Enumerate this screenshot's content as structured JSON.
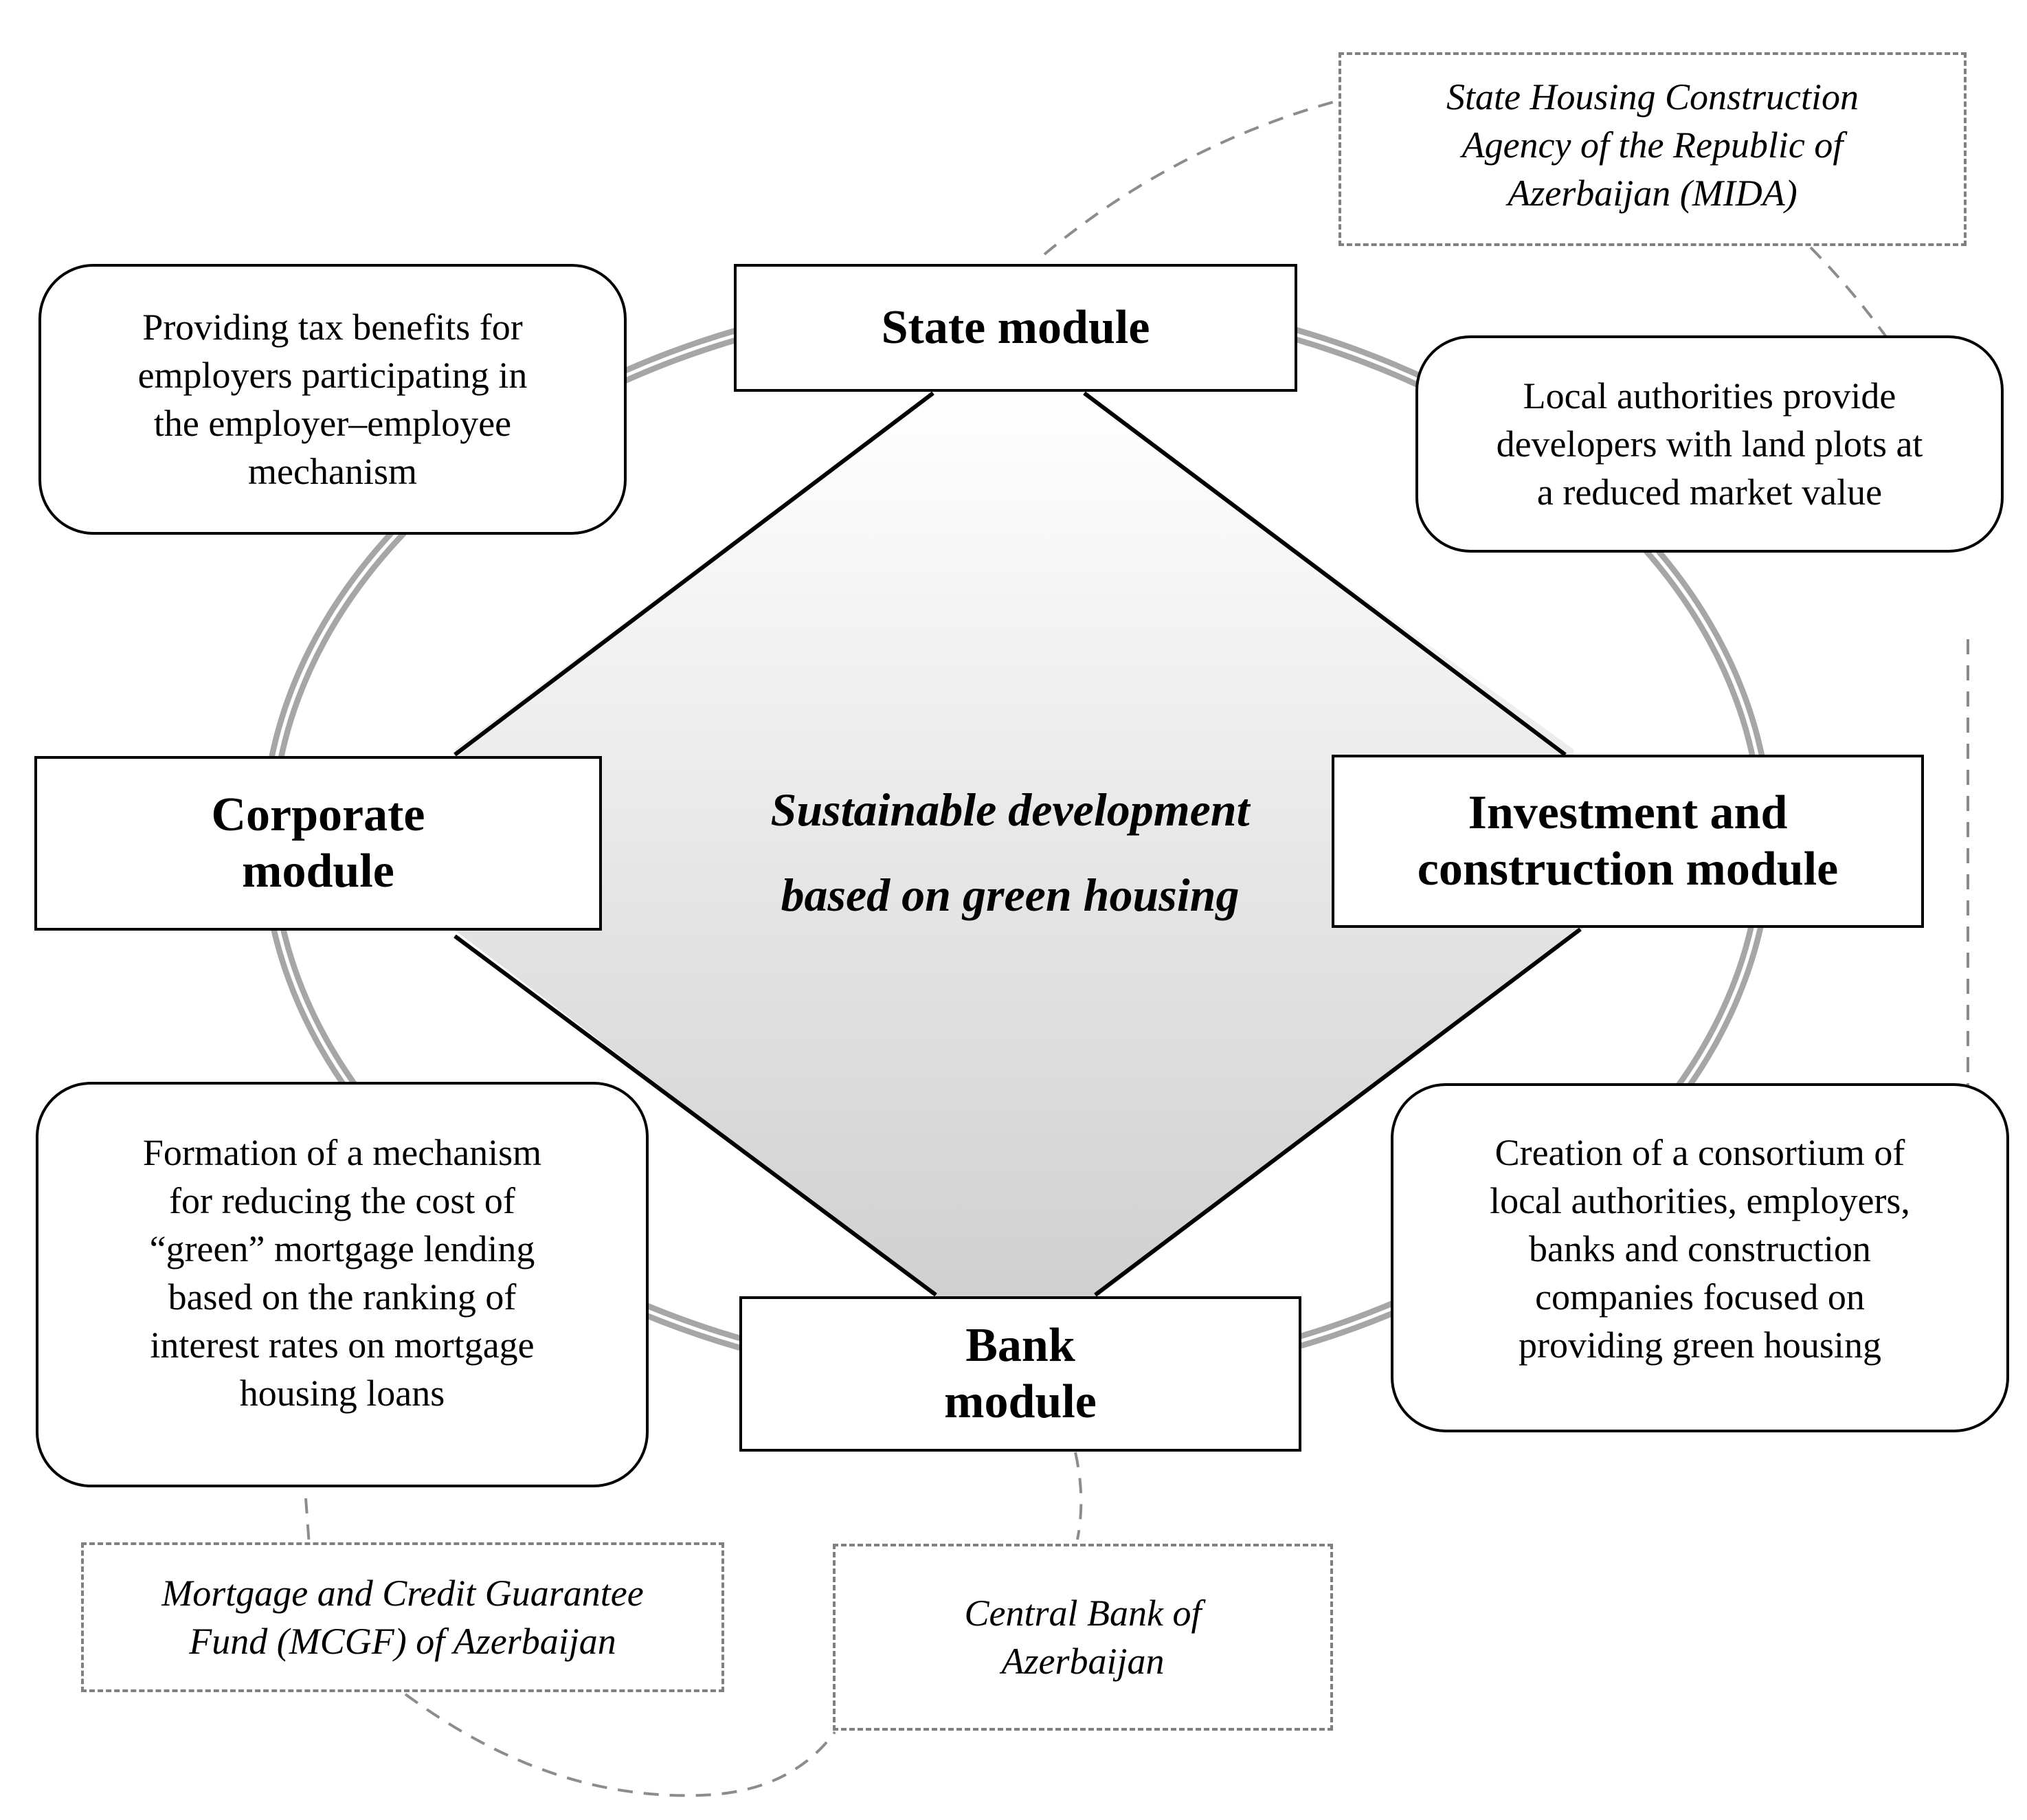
{
  "modules": {
    "state": "State module",
    "corporate": "Corporate\nmodule",
    "investment": "Investment and\nconstruction module",
    "bank": "Bank\nmodule"
  },
  "center": {
    "line1": "Sustainable development",
    "line2": "based on green housing"
  },
  "measures": {
    "tax_benefits": "Providing tax benefits for\nemployers participating in\nthe employer–employee\nmechanism",
    "land_plots": "Local authorities provide\ndevelopers with land plots at\na reduced market value",
    "mortgage_mechanism": "Formation of a mechanism\nfor reducing the cost of\n“green” mortgage lending\nbased on the ranking of\ninterest rates on mortgage\nhousing loans",
    "consortium": "Creation of a consortium of\nlocal authorities, employers,\nbanks and construction\ncompanies focused on\nproviding green housing"
  },
  "agencies": {
    "mida": "State Housing Construction\nAgency of the Republic of\nAzerbaijan (MIDA)",
    "mcgf": "Mortgage and Credit Guarantee\nFund (MCGF) of Azerbaijan",
    "central_bank": "Central Bank of\nAzerbaijan"
  },
  "colors": {
    "ring": "#a6a6a6",
    "dashed": "#8c8c8c",
    "diamond_top": "#ffffff",
    "diamond_bottom": "#d0d0d0",
    "arrow": "#000000"
  }
}
